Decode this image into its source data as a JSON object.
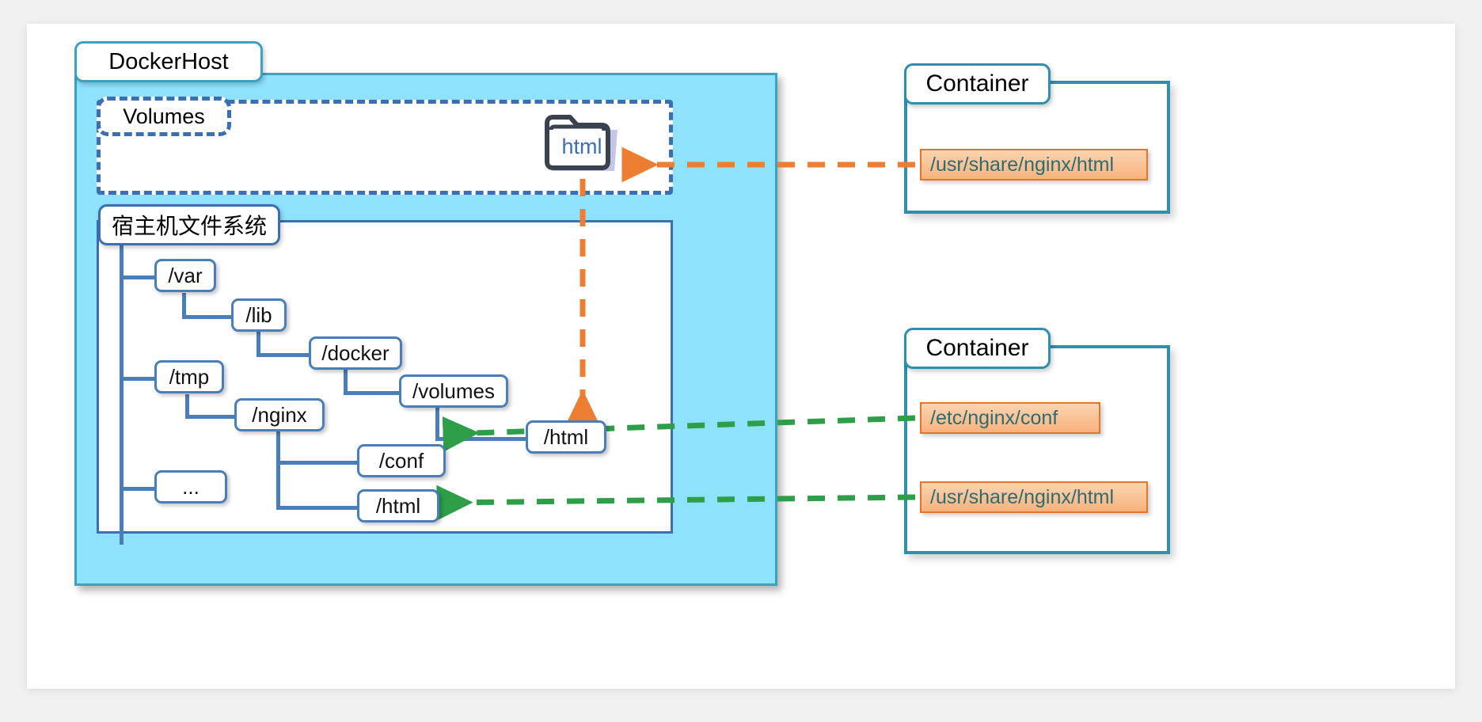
{
  "diagram": {
    "title": "Docker volume mapping diagram",
    "colors": {
      "host_fill": "#8ee2fb",
      "host_border": "#3aa3c4",
      "tree_border": "#4a7ebb",
      "volumes_border": "#3c6eb4",
      "container_border": "#2e8fae",
      "path_fill": "#f7b27c",
      "path_border": "#e2762a",
      "path_text": "#2e6b73",
      "orange_arrow": "#ed7d31",
      "green_arrow": "#2e9e48",
      "folder_text": "#3c6eb4"
    }
  },
  "host": {
    "title": "DockerHost",
    "volumes": {
      "title": "Volumes",
      "folder": {
        "label": "html",
        "icon": "folder-icon"
      }
    },
    "filesystem": {
      "title": "宿主机文件系统",
      "nodes": [
        {
          "id": "var",
          "label": "/var"
        },
        {
          "id": "lib",
          "label": "/lib"
        },
        {
          "id": "docker",
          "label": "/docker"
        },
        {
          "id": "volumes",
          "label": "/volumes"
        },
        {
          "id": "vhtml",
          "label": "/html"
        },
        {
          "id": "tmp",
          "label": "/tmp"
        },
        {
          "id": "nginx",
          "label": "/nginx"
        },
        {
          "id": "conf",
          "label": "/conf"
        },
        {
          "id": "nhtml",
          "label": "/html"
        },
        {
          "id": "ellipsis",
          "label": "..."
        }
      ]
    }
  },
  "containers": [
    {
      "id": "container-1",
      "title": "Container",
      "paths": [
        {
          "label": "/usr/share/nginx/html"
        }
      ]
    },
    {
      "id": "container-2",
      "title": "Container",
      "paths": [
        {
          "label": "/etc/nginx/conf"
        },
        {
          "label": "/usr/share/nginx/html"
        }
      ]
    }
  ],
  "links": [
    {
      "id": "link-volume-html",
      "color": "#ed7d31",
      "style": "dashed",
      "from": "container-1 /usr/share/nginx/html",
      "to": "Volumes html folder"
    },
    {
      "id": "link-folder-fs-html",
      "color": "#ed7d31",
      "style": "dashed",
      "from": "Volumes html folder",
      "to": "/var/lib/docker/volumes/html"
    },
    {
      "id": "link-conf",
      "color": "#2e9e48",
      "style": "dashed",
      "from": "container-2 /etc/nginx/conf",
      "to": "/tmp/nginx/conf"
    },
    {
      "id": "link-html",
      "color": "#2e9e48",
      "style": "dashed",
      "from": "container-2 /usr/share/nginx/html",
      "to": "/tmp/nginx/html"
    }
  ]
}
